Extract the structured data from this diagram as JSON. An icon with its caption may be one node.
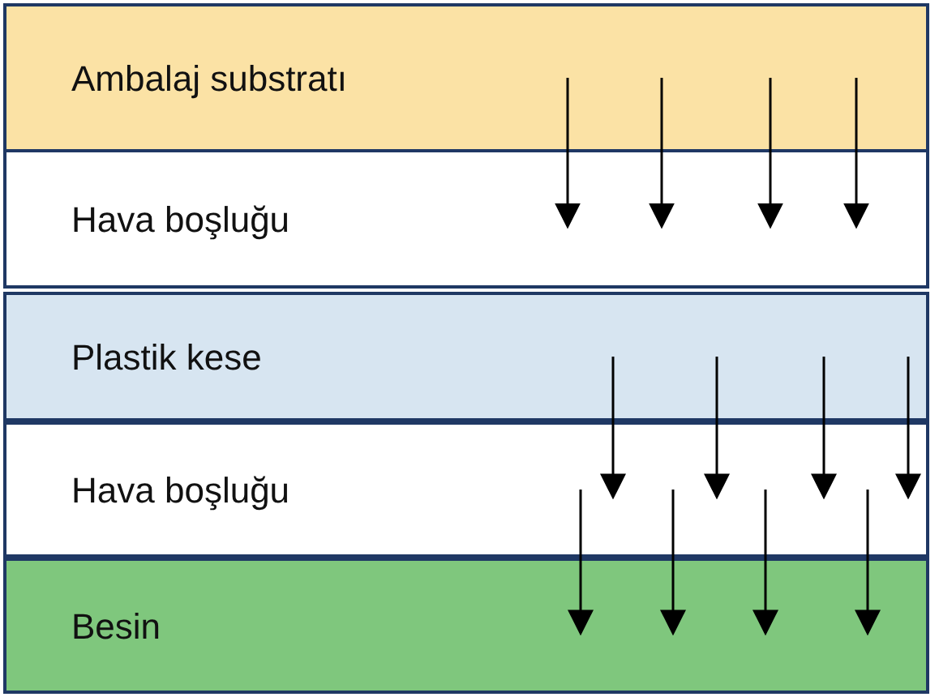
{
  "diagram": {
    "nodes": [
      {
        "text": [
          "Ambalaj substratı"
        ]
      },
      {
        "text": [
          "Hava boşluğu"
        ]
      },
      {
        "text": [
          "Plastik kese"
        ]
      },
      {
        "text": [
          "Hava boşluğu"
        ]
      },
      {
        "text": [
          "Besin"
        ]
      }
    ],
    "edges": [
      {
        "from": 0,
        "to": 1,
        "arrow": "to"
      },
      {
        "from": 0,
        "to": 1,
        "arrow": "to"
      },
      {
        "from": 0,
        "to": 1,
        "arrow": "to"
      },
      {
        "from": 0,
        "to": 1,
        "arrow": "to"
      },
      {
        "from": 2,
        "to": 3,
        "arrow": "to"
      },
      {
        "from": 2,
        "to": 3,
        "arrow": "to"
      },
      {
        "from": 2,
        "to": 3,
        "arrow": "to"
      },
      {
        "from": 2,
        "to": 3,
        "arrow": "to"
      },
      {
        "from": 3,
        "to": 4,
        "arrow": "to"
      },
      {
        "from": 3,
        "to": 4,
        "arrow": "to"
      },
      {
        "from": 3,
        "to": 4,
        "arrow": "to"
      },
      {
        "from": 3,
        "to": 4,
        "arrow": "to"
      }
    ]
  }
}
